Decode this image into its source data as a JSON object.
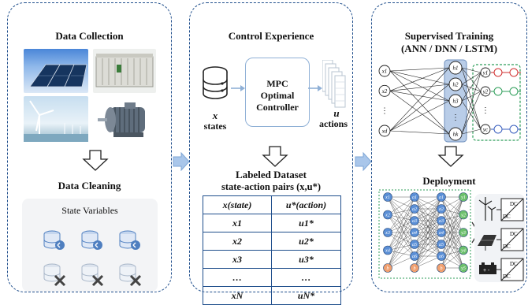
{
  "panel1": {
    "title": "Data Collection",
    "photos": [
      "solar-panels",
      "battery-container",
      "wind-turbines",
      "electric-motor"
    ],
    "cleaning_title": "Data Cleaning",
    "state_variables_label": "State Variables"
  },
  "panel2": {
    "title": "Control Experience",
    "states_symbol": "x",
    "states_label": "states",
    "mpc_line1": "MPC",
    "mpc_line2": "Optimal",
    "mpc_line3": "Controller",
    "actions_symbol": "u",
    "actions_label": "actions",
    "dataset_title": "Labeled Dataset",
    "dataset_subtitle": "state-action pairs (x,u*)",
    "table": {
      "headers": [
        "x(state)",
        "u*(action)"
      ],
      "rows": [
        [
          "x1",
          "u1*"
        ],
        [
          "x2",
          "u2*"
        ],
        [
          "x3",
          "u3*"
        ],
        [
          "…",
          "…"
        ],
        [
          "xN",
          "uN*"
        ]
      ]
    }
  },
  "panel3": {
    "title_line1": "Supervised Training",
    "title_line2": "(ANN / DNN / LSTM)",
    "nn": {
      "inputs": [
        "x1",
        "x2",
        "⋮",
        "xd"
      ],
      "hidden": [
        "h1",
        "h2",
        "h3",
        "⋮",
        "hk"
      ],
      "outputs": [
        "y1",
        "y2",
        "⋮",
        "yc"
      ]
    },
    "deployment_title": "Deployment",
    "deploy_nn": {
      "inputs": [
        "x1",
        "x2",
        "x3",
        "x4",
        "b"
      ],
      "hidden1": [
        "a1",
        "a2",
        "a3",
        "a4",
        "a5",
        "a6",
        "b"
      ],
      "outputs": [
        "y1",
        "y2",
        "y3",
        "y4",
        "y5"
      ]
    },
    "converter_label_top": "DC",
    "converter_label_bottom": "DC"
  },
  "colors": {
    "panel_border": "#1f4e8c",
    "arrow_fill": "#a9c6ea",
    "hidden_layer": "#b9cde8",
    "output_box": "#2e9e5a",
    "node_blue": "#5b8fd6",
    "node_green": "#6cc06c",
    "node_orange": "#f0a070"
  }
}
